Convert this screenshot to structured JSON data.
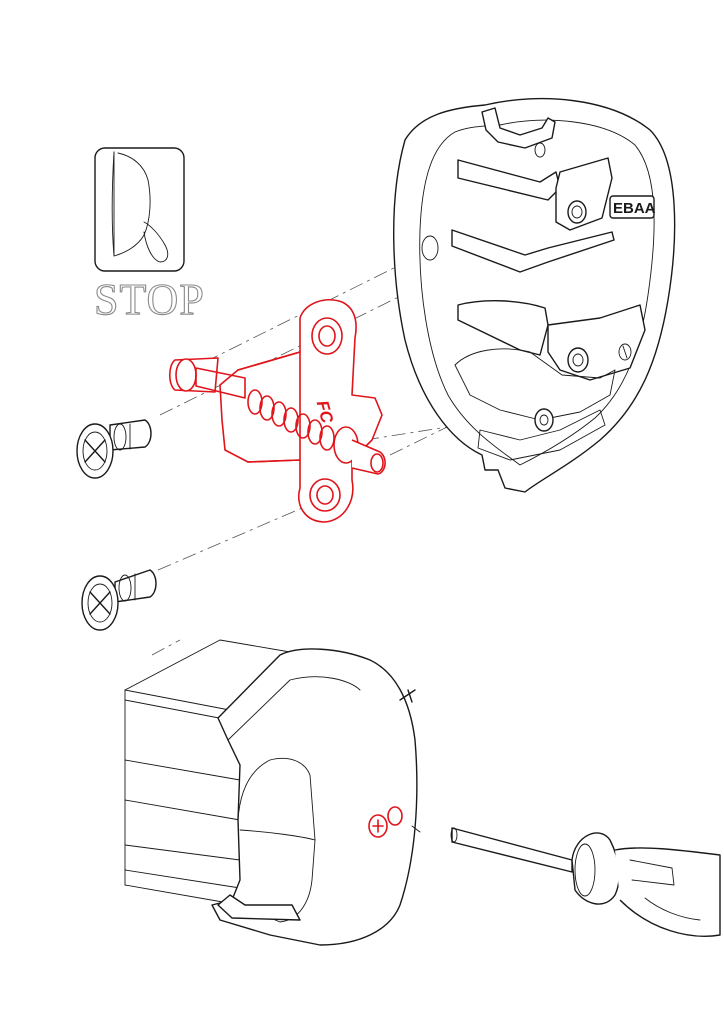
{
  "stop_icon": {
    "label": "STOP"
  },
  "housing": {
    "brand_text": "EBAA"
  },
  "limit_switch": {
    "marking": "FC",
    "highlight_color": "#e0141b"
  },
  "colors": {
    "line": "#1a1a1a",
    "highlight": "#e0141b",
    "stop_text": "#8a8a8a"
  }
}
